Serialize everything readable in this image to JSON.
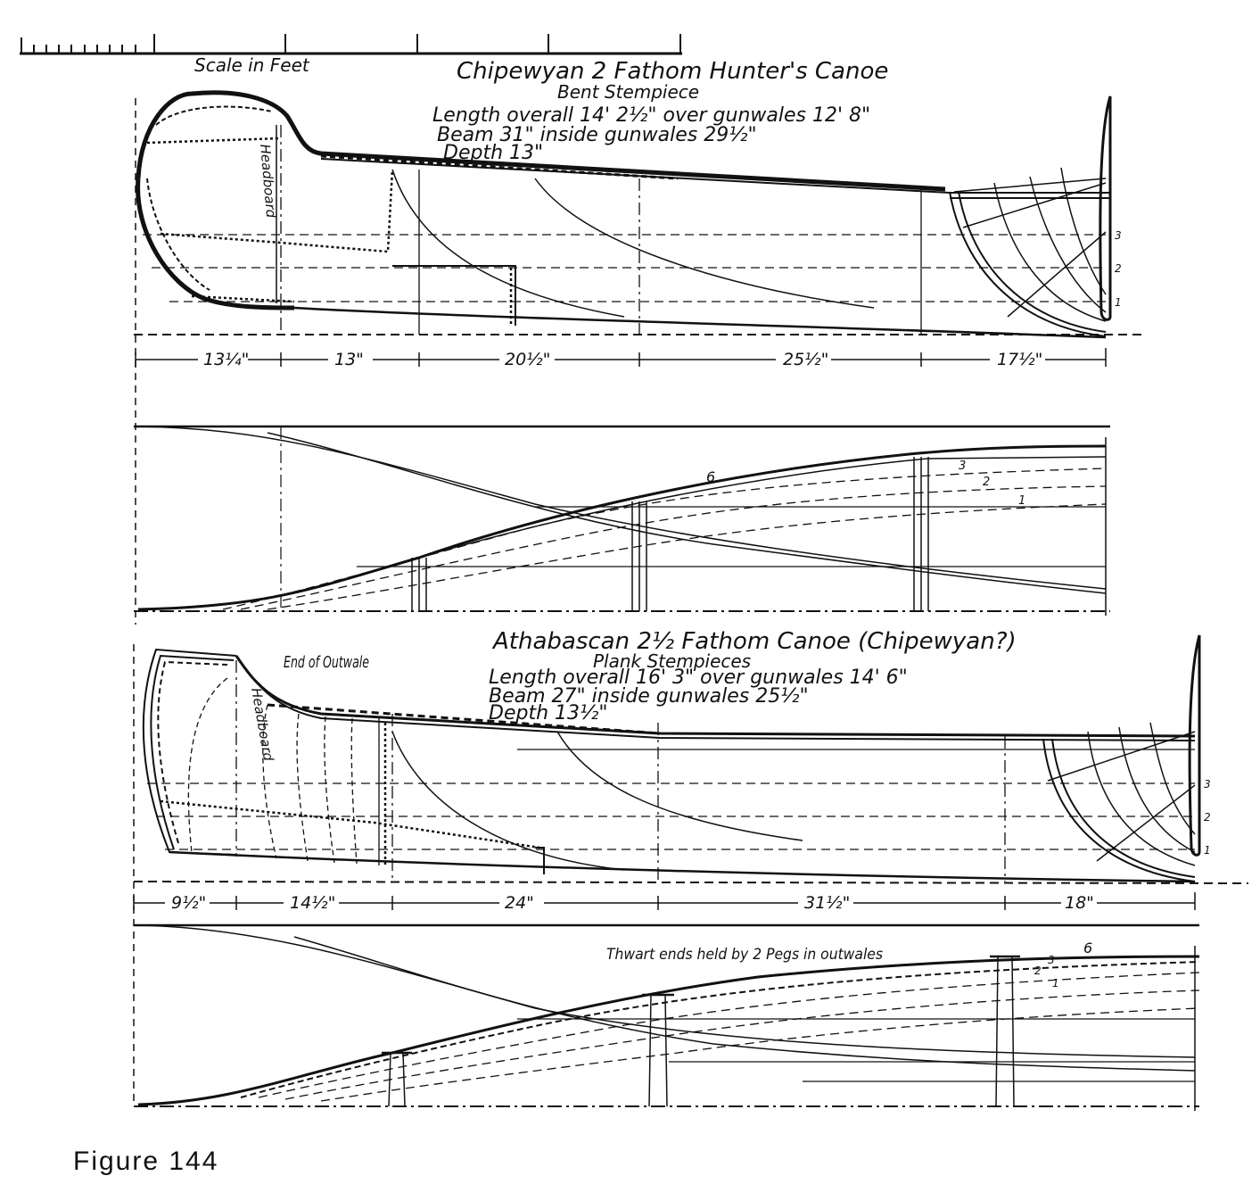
{
  "scale_bar": {
    "label": "Scale in Feet"
  },
  "canoe1": {
    "title": "Chipewyan 2 Fathom Hunter's Canoe",
    "subtitle": "Bent Stempiece",
    "specs": [
      "Length overall 14' 2½\" over gunwales 12' 8\"",
      "Beam 31\" inside gunwales 29½\"",
      "Depth 13\""
    ],
    "dimensions": [
      "13¼\"",
      "13\"",
      "20½\"",
      "25½\"",
      "17½\""
    ],
    "waterlines": [
      "3",
      "2",
      "1"
    ],
    "plan_labels": [
      "6",
      "3",
      "2",
      "1"
    ]
  },
  "canoe2": {
    "title": "Athabascan 2½ Fathom Canoe (Chipewyan?)",
    "subtitle": "Plank Stempieces",
    "specs": [
      "Length overall 16' 3\" over gunwales 14' 6\"",
      "Beam 27\" inside gunwales 25½\"",
      "Depth 13½\""
    ],
    "annotation_end": "End of Outwale",
    "annotation_headboard": "Headboard",
    "dimensions": [
      "9½\"",
      "14½\"",
      "24\"",
      "31½\"",
      "18\""
    ],
    "waterlines": [
      "3",
      "2",
      "1"
    ],
    "plan_labels": [
      "6",
      "3",
      "2",
      "1"
    ],
    "thwart_note": "Thwart ends held by 2 Pegs in outwales"
  },
  "canoe1_headboard": "Headboard",
  "figure_caption": "Figure 144"
}
